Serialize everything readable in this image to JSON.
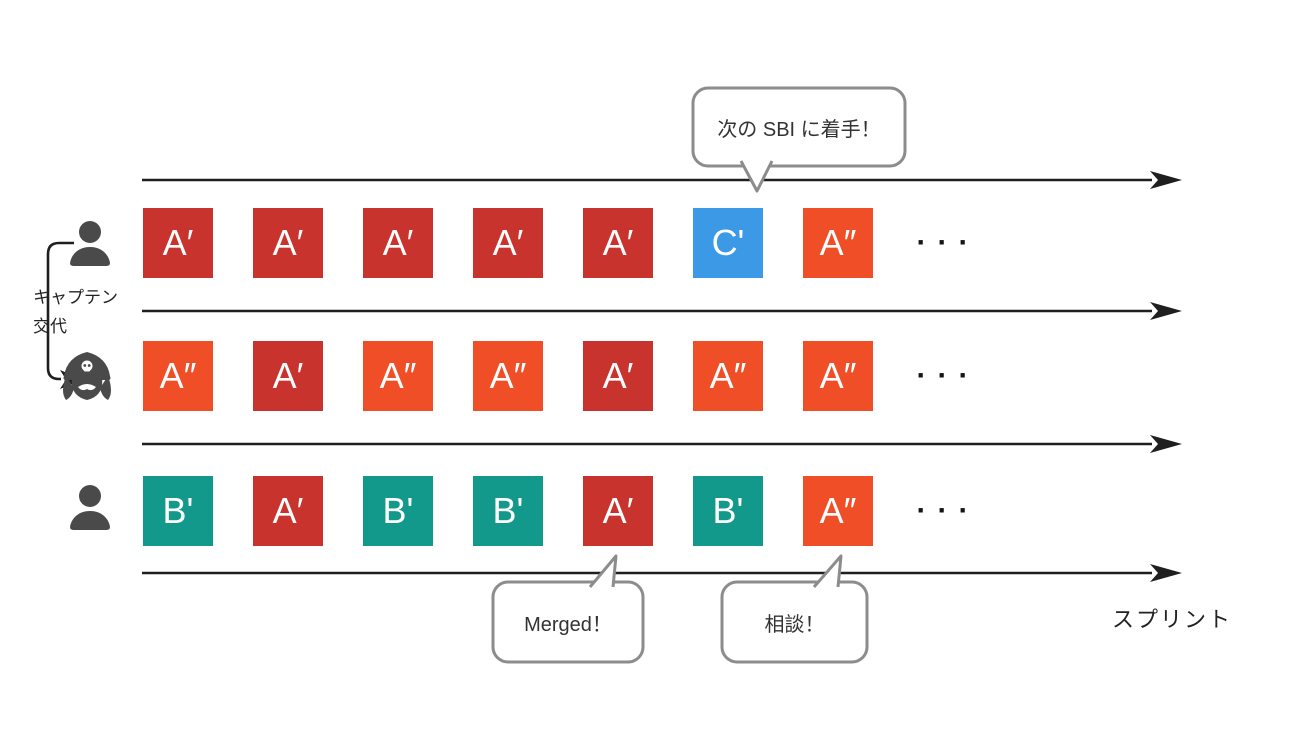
{
  "palette": {
    "red": "#c8332e",
    "orange": "#f04e26",
    "blue": "#3b99e5",
    "teal": "#13998b",
    "arrow_black": "#1f1f1f",
    "bubble_border": "#8c8c8c",
    "icon_gray": "#4a4a4a"
  },
  "bubbles": {
    "next_sbi": "次の SBI に着手！",
    "merged": "Merged！",
    "consult": "相談！"
  },
  "axis_label": "スプリント",
  "captain_change": {
    "line1": "キャプテン",
    "line2": "交代"
  },
  "ellipsis": "···",
  "rows": [
    {
      "actor": "person",
      "boxes": [
        {
          "label": "A′",
          "color": "red"
        },
        {
          "label": "A′",
          "color": "red"
        },
        {
          "label": "A′",
          "color": "red"
        },
        {
          "label": "A′",
          "color": "red"
        },
        {
          "label": "A′",
          "color": "red"
        },
        {
          "label": "C'",
          "color": "blue"
        },
        {
          "label": "A″",
          "color": "orange"
        }
      ]
    },
    {
      "actor": "pirate-captain",
      "boxes": [
        {
          "label": "A″",
          "color": "orange"
        },
        {
          "label": "A′",
          "color": "red"
        },
        {
          "label": "A″",
          "color": "orange"
        },
        {
          "label": "A″",
          "color": "orange"
        },
        {
          "label": "A′",
          "color": "red"
        },
        {
          "label": "A″",
          "color": "orange"
        },
        {
          "label": "A″",
          "color": "orange"
        }
      ]
    },
    {
      "actor": "person",
      "boxes": [
        {
          "label": "B'",
          "color": "teal"
        },
        {
          "label": "A′",
          "color": "red"
        },
        {
          "label": "B'",
          "color": "teal"
        },
        {
          "label": "B'",
          "color": "teal"
        },
        {
          "label": "A′",
          "color": "red"
        },
        {
          "label": "B'",
          "color": "teal"
        },
        {
          "label": "A″",
          "color": "orange"
        }
      ]
    }
  ]
}
